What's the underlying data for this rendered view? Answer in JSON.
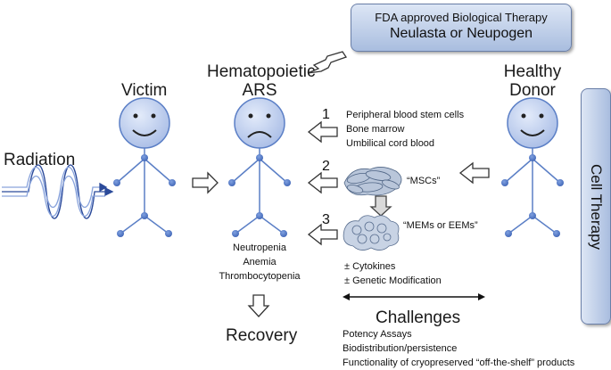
{
  "fda_box": {
    "line1": "FDA approved Biological Therapy",
    "line2": "Neulasta or Neupogen"
  },
  "cell_therapy_label": "Cell Therapy",
  "radiation_label": "Radiation",
  "victim_label": "Victim",
  "ars_label_line1": "Hematopoietic",
  "ars_label_line2": "ARS",
  "donor_label_line1": "Healthy",
  "donor_label_line2": "Donor",
  "step1": {
    "number": "1",
    "items": [
      "Peripheral blood stem cells",
      "Bone marrow",
      "Umbilical cord blood"
    ]
  },
  "step2": {
    "number": "2",
    "label": "“MSCs”"
  },
  "step3": {
    "number": "3",
    "label": "“MEMs or EEMs”"
  },
  "conditions": [
    "Neutropenia",
    "Anemia",
    "Thrombocytopenia"
  ],
  "recovery_label": "Recovery",
  "modifiers": [
    "± Cytokines",
    "± Genetic Modification"
  ],
  "challenges_title": "Challenges",
  "challenges": [
    "Potency Assays",
    "Biodistribution/persistence",
    "Functionality of cryopreserved “off-the-shelf” products"
  ],
  "colors": {
    "face_fill": "#c5d3ef",
    "stick": "#5b7fc6",
    "box_light": "#dde6f5",
    "box_dark": "#a9bddf"
  }
}
